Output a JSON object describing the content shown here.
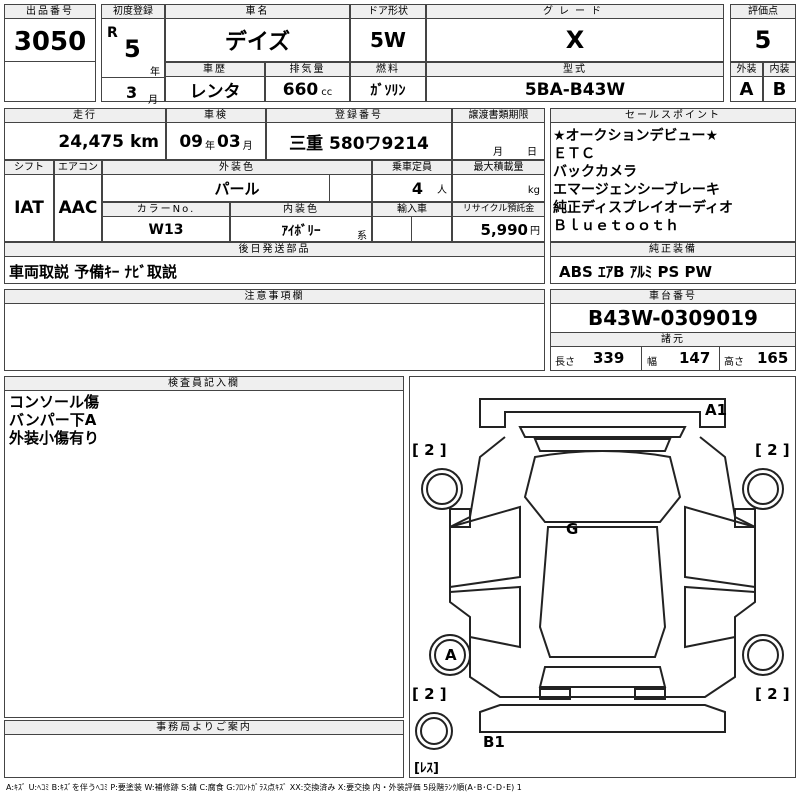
{
  "top": {
    "lot_no": {
      "label": "出品番号",
      "value": "3050"
    },
    "first_reg": {
      "label": "初度登録",
      "era": "R",
      "year": "5",
      "year_unit": "年",
      "month": "3",
      "month_unit": "月"
    },
    "car_name": {
      "label": "車名",
      "value": "デイズ"
    },
    "door": {
      "label": "ドア形状",
      "value": "5W"
    },
    "grade": {
      "label": "グレード",
      "value": "X"
    },
    "score": {
      "label": "評価点",
      "value": "5"
    },
    "history": {
      "label": "車歴",
      "value": "レンタ"
    },
    "displacement": {
      "label": "排気量",
      "value": "660",
      "unit": "cc"
    },
    "fuel": {
      "label": "燃料",
      "value": "ｶﾞｿﾘﾝ"
    },
    "model": {
      "label": "型式",
      "value": "5BA-B43W"
    },
    "exterior": {
      "label": "外装",
      "value": "A"
    },
    "interior": {
      "label": "内装",
      "value": "B"
    }
  },
  "row2": {
    "mileage": {
      "label": "走行",
      "value": "24,475",
      "unit": "km"
    },
    "inspection": {
      "label": "車検",
      "year": "09",
      "year_unit": "年",
      "month": "03",
      "month_unit": "月"
    },
    "reg_no": {
      "label": "登録番号",
      "value": "三重 580ワ9214"
    },
    "transfer": {
      "label": "譲渡書類期限",
      "month_unit": "月",
      "day_unit": "日"
    },
    "shift": {
      "label": "シフト",
      "value": "IAT"
    },
    "aircon": {
      "label": "エアコン",
      "value": "AAC"
    },
    "ext_color": {
      "label": "外装色",
      "value": "パール"
    },
    "capacity": {
      "label": "乗車定員",
      "value": "4",
      "unit": "人"
    },
    "max_load": {
      "label": "最大積載量",
      "unit": "kg"
    },
    "color_no": {
      "label": "カラーNo.",
      "value": "W13"
    },
    "int_color": {
      "label": "内装色",
      "value": "ｱｲﾎﾞﾘｰ",
      "suffix": "系"
    },
    "import": {
      "label": "輸入車"
    },
    "recycle": {
      "label": "リサイクル預託金",
      "value": "5,990",
      "unit": "円"
    }
  },
  "sales_points": {
    "label": "セールスポイント",
    "items": [
      "★オークションデビュー★",
      "ＥＴＣ",
      "バックカメラ",
      "エマージェンシーブレーキ",
      "純正ディスプレイオーディオ",
      "Ｂｌｕｅｔｏｏｔｈ"
    ]
  },
  "later_parts": {
    "label": "後日発送部品",
    "value": "車両取説 予備ｷｰ ﾅﾋﾞ取説"
  },
  "equipment": {
    "label": "純正装備",
    "value": "ABS ｴｱB ｱﾙﾐ PS PW"
  },
  "notes": {
    "label": "注意事項欄",
    "value": ""
  },
  "chassis": {
    "label": "車台番号",
    "value": "B43W-0309019"
  },
  "specs": {
    "label": "諸元",
    "length_label": "長さ",
    "length": "339",
    "width_label": "幅",
    "width": "147",
    "height_label": "高さ",
    "height": "165"
  },
  "inspector": {
    "label": "検査員記入欄",
    "lines": [
      "コンソール傷",
      "バンパー下A",
      "外装小傷有り"
    ]
  },
  "office": {
    "label": "事務局よりご案内",
    "value": ""
  },
  "diagram": {
    "marks": {
      "front": "A1",
      "top": "G",
      "wheel": "A",
      "rear": "B1"
    },
    "tires": {
      "fl": "[ 2 ]",
      "fr": "[ 2 ]",
      "rl": "[ 2 ]",
      "rr": "[ 2 ]",
      "spare": "[ﾚｽ]"
    }
  },
  "legend": "A:ｷｽﾞ U:ﾍｺﾐ B:ｷｽﾞを伴うﾍｺﾐ P:要塗装 W:補修跡 S:錆 C:腐食 G:ﾌﾛﾝﾄｶﾞﾗｽ点ｷｽﾞ XX:交換済み X:要交換 内・外装評価 5段階ﾗﾝｸ順(A･B･C･D･E) 1"
}
